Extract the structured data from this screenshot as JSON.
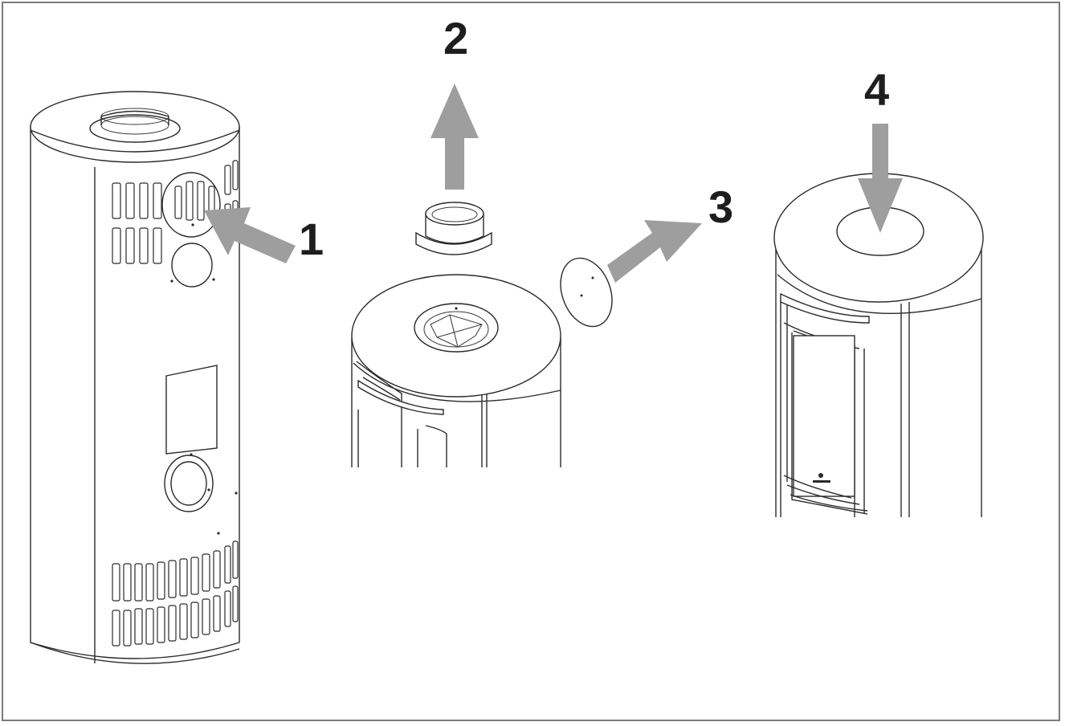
{
  "steps": [
    {
      "number": "1"
    },
    {
      "number": "2"
    },
    {
      "number": "3"
    },
    {
      "number": "4"
    }
  ],
  "colors": {
    "arrow_fill": "#9e9e9e",
    "line": "#2a2a2a",
    "border": "#7a7a7a",
    "label": "#1e1e1e"
  }
}
